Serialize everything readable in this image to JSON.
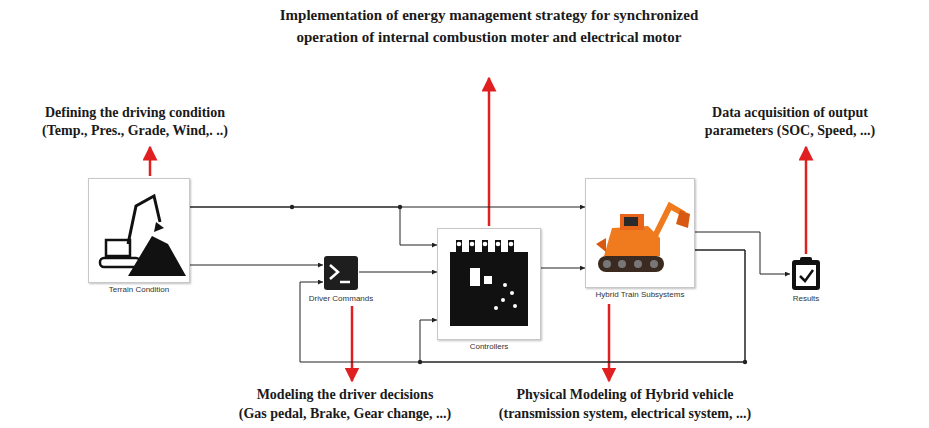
{
  "diagram": {
    "nodes": [
      {
        "text": [
          "Terrain Condition"
        ]
      },
      {
        "text": [
          "Driver Commands"
        ]
      },
      {
        "text": [
          "Controllers"
        ]
      },
      {
        "text": [
          "Hybrid Train Subsystems"
        ]
      },
      {
        "text": [
          "Results"
        ]
      }
    ],
    "edges": [
      {
        "from": 0,
        "to": 3,
        "arrow": "to"
      },
      {
        "from": 0,
        "to": 2,
        "arrow": "to"
      },
      {
        "from": 0,
        "to": 1,
        "arrow": "to"
      },
      {
        "from": 1,
        "to": 2,
        "arrow": "to"
      },
      {
        "from": 2,
        "to": 3,
        "arrow": "to"
      },
      {
        "from": 3,
        "to": 4,
        "arrow": "to"
      },
      {
        "from": 3,
        "to": 1,
        "arrow": "to"
      },
      {
        "from": 3,
        "to": 2,
        "arrow": "to"
      }
    ],
    "labels": [
      "Implementation of energy management strategy for synchronized operation of internal combustion moter and electrical motor",
      "Defining the driving condition",
      "(Temp., Pres., Grade, Wind,. ..)",
      "Data acquisition of output",
      "parameters (SOC, Speed, ...)",
      "Modeling the driver decisions",
      "(Gas pedal, Brake, Gear change, ...)",
      "Physical Modeling of Hybrid vehicle",
      "(transmission system, electrical system, ...)"
    ]
  }
}
